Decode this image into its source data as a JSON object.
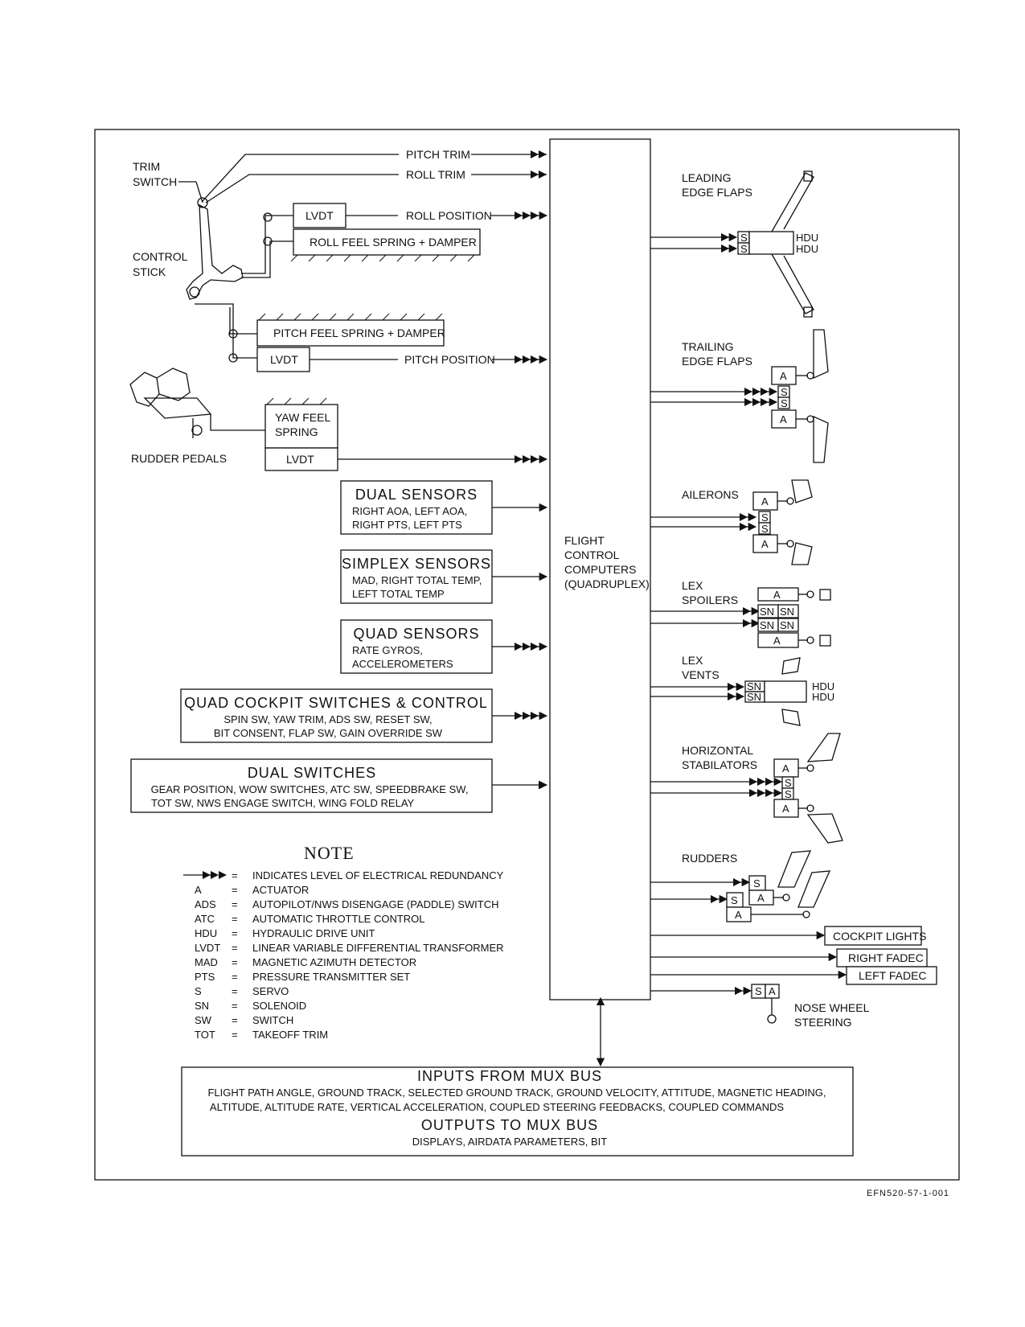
{
  "inputs": {
    "trim_switch": [
      "TRIM",
      "SWITCH"
    ],
    "pitch_trim": "PITCH TRIM",
    "roll_trim": "ROLL TRIM",
    "control_stick": [
      "CONTROL",
      "STICK"
    ],
    "lvdt": "LVDT",
    "roll_position": "ROLL POSITION",
    "roll_feel": "ROLL FEEL SPRING + DAMPER",
    "pitch_feel": "PITCH FEEL SPRING + DAMPER",
    "pitch_position": "PITCH POSITION",
    "yaw_feel": [
      "YAW FEEL",
      "SPRING"
    ],
    "rudder_pedals": "RUDDER PEDALS"
  },
  "sensor_boxes": [
    {
      "title": "DUAL SENSORS",
      "lines": [
        "RIGHT AOA, LEFT AOA,",
        "RIGHT PTS, LEFT PTS"
      ]
    },
    {
      "title": "SIMPLEX SENSORS",
      "lines": [
        "MAD, RIGHT TOTAL TEMP,",
        "LEFT TOTAL TEMP"
      ]
    },
    {
      "title": "QUAD SENSORS",
      "lines": [
        "RATE GYROS,",
        "ACCELEROMETERS"
      ]
    },
    {
      "title": "QUAD COCKPIT SWITCHES & CONTROL",
      "lines": [
        "SPIN SW, YAW TRIM, ADS SW, RESET SW,",
        "BIT CONSENT, FLAP SW, GAIN OVERRIDE SW"
      ]
    },
    {
      "title": "DUAL SWITCHES",
      "lines": [
        "GEAR POSITION, WOW SWITCHES, ATC SW, SPEEDBRAKE SW,",
        "TOT SW, NWS ENGAGE SWITCH, WING FOLD RELAY"
      ]
    }
  ],
  "fcc": [
    "FLIGHT",
    "CONTROL",
    "COMPUTERS",
    "(QUADRUPLEX)"
  ],
  "outputs": {
    "leading_edge_flaps": [
      "LEADING",
      "EDGE FLAPS"
    ],
    "trailing_edge_flaps": [
      "TRAILING",
      "EDGE FLAPS"
    ],
    "ailerons": "AILERONS",
    "lex_spoilers": [
      "LEX",
      "SPOILERS"
    ],
    "lex_vents": [
      "LEX",
      "VENTS"
    ],
    "horizontal_stabilators": [
      "HORIZONTAL",
      "STABILATORS"
    ],
    "rudders": "RUDDERS",
    "cockpit_lights": "COCKPIT LIGHTS",
    "right_fadec": "RIGHT FADEC",
    "left_fadec": "LEFT FADEC",
    "nose_wheel_steering": [
      "NOSE WHEEL",
      "STEERING"
    ],
    "hdu": "HDU",
    "a": "A",
    "s": "S",
    "sn": "SN"
  },
  "note": {
    "title": "NOTE",
    "items": [
      {
        "abbr": "",
        "def": "INDICATES LEVEL OF ELECTRICAL REDUNDANCY"
      },
      {
        "abbr": "A",
        "def": "ACTUATOR"
      },
      {
        "abbr": "ADS",
        "def": "AUTOPILOT/NWS DISENGAGE (PADDLE) SWITCH"
      },
      {
        "abbr": "ATC",
        "def": "AUTOMATIC THROTTLE CONTROL"
      },
      {
        "abbr": "HDU",
        "def": "HYDRAULIC DRIVE UNIT"
      },
      {
        "abbr": "LVDT",
        "def": "LINEAR VARIABLE DIFFERENTIAL TRANSFORMER"
      },
      {
        "abbr": "MAD",
        "def": "MAGNETIC AZIMUTH DETECTOR"
      },
      {
        "abbr": "PTS",
        "def": "PRESSURE TRANSMITTER SET"
      },
      {
        "abbr": "S",
        "def": "SERVO"
      },
      {
        "abbr": "SN",
        "def": "SOLENOID"
      },
      {
        "abbr": "SW",
        "def": "SWITCH"
      },
      {
        "abbr": "TOT",
        "def": "TAKEOFF TRIM"
      }
    ],
    "equals": "="
  },
  "mux": {
    "inputs_title": "INPUTS FROM MUX BUS",
    "inputs_lines": [
      "FLIGHT PATH ANGLE, GROUND TRACK, SELECTED GROUND TRACK, GROUND VELOCITY, ATTITUDE, MAGNETIC HEADING,",
      "ALTITUDE, ALTITUDE RATE, VERTICAL ACCELERATION, COUPLED STEERING FEEDBACKS, COUPLED COMMANDS"
    ],
    "outputs_title": "OUTPUTS TO MUX BUS",
    "outputs_line": "DISPLAYS, AIRDATA PARAMETERS, BIT"
  },
  "figure_id": "EFN520-57-1-001"
}
